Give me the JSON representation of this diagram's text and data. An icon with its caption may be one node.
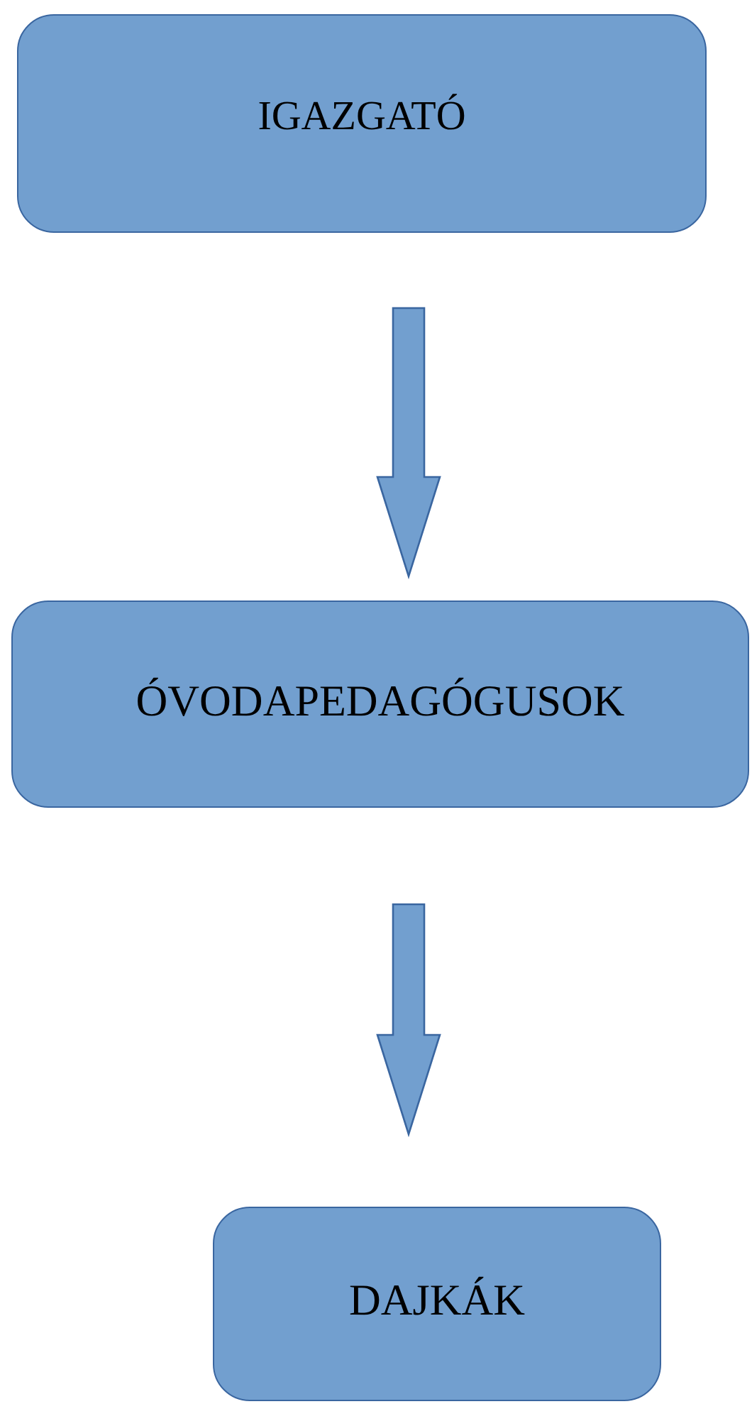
{
  "diagram": {
    "nodes": [
      {
        "text": [
          "IGAZGATÓ"
        ]
      },
      {
        "text": [
          "ÓVODAPEDAGÓGUSOK"
        ]
      },
      {
        "text": [
          "DAJKÁK"
        ]
      }
    ],
    "edges": [
      {
        "from": 0,
        "to": 1,
        "arrow": "to"
      },
      {
        "from": 1,
        "to": 2,
        "arrow": "to"
      }
    ]
  }
}
